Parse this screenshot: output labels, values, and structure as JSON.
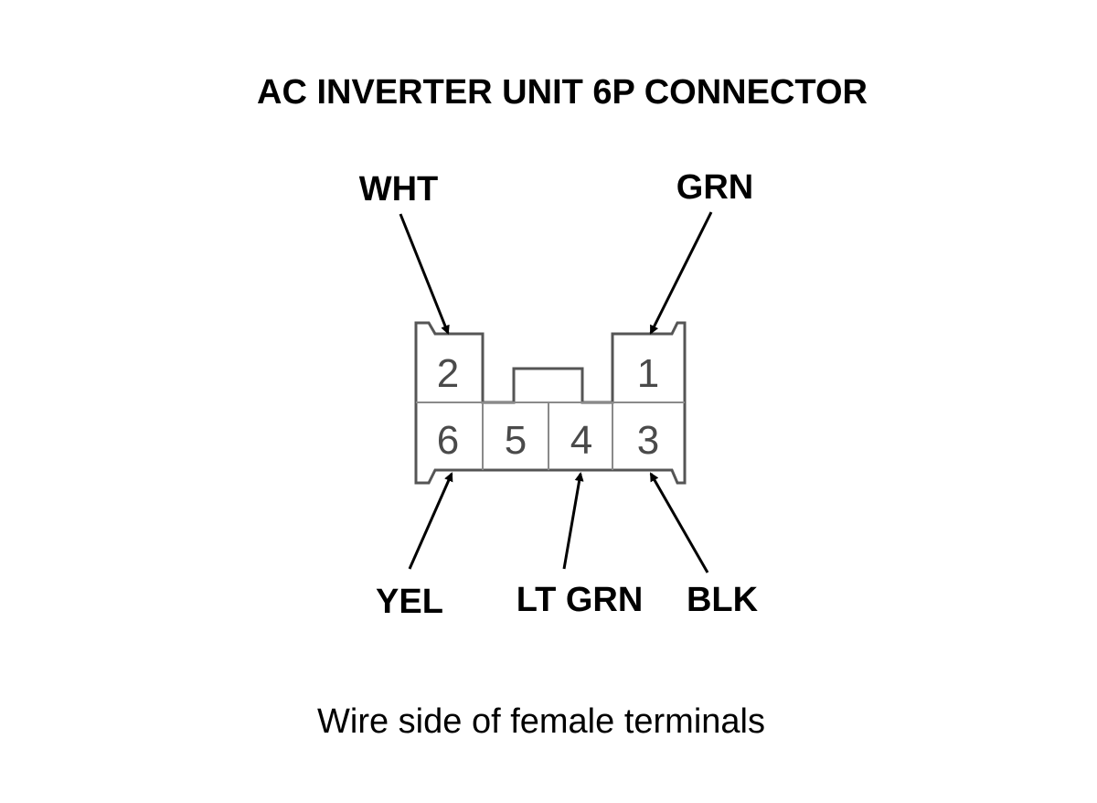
{
  "title": "AC INVERTER UNIT 6P CONNECTOR",
  "caption": "Wire side of female terminals",
  "connector": {
    "pins": [
      {
        "number": "2",
        "wire": "WHT"
      },
      {
        "number": "1",
        "wire": "GRN"
      },
      {
        "number": "6",
        "wire": "YEL"
      },
      {
        "number": "5",
        "wire": ""
      },
      {
        "number": "4",
        "wire": "LT GRN"
      },
      {
        "number": "3",
        "wire": "BLK"
      }
    ]
  },
  "colors": {
    "outline": "#555555",
    "pin_text": "#4a4a4a",
    "text": "#000000"
  }
}
